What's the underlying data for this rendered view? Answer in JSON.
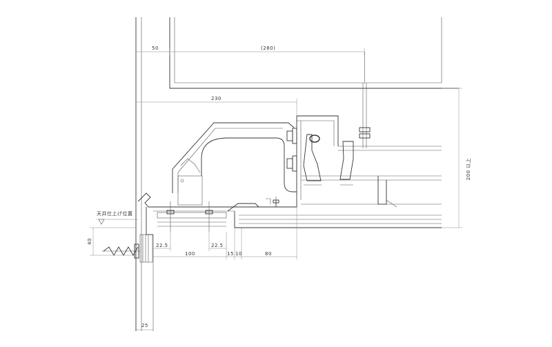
{
  "drawing": {
    "dimensions": {
      "d50": "50",
      "d280": "(280)",
      "d230": "230",
      "d200": "200 以上",
      "d22_5_left": "22.5",
      "d22_5_right": "22.5",
      "d100": "100",
      "d15": "15",
      "d10": "10",
      "d80": "80",
      "d40": "40",
      "d25": "25"
    },
    "labels": {
      "ceiling_finish": "天井仕上げ位置"
    }
  }
}
